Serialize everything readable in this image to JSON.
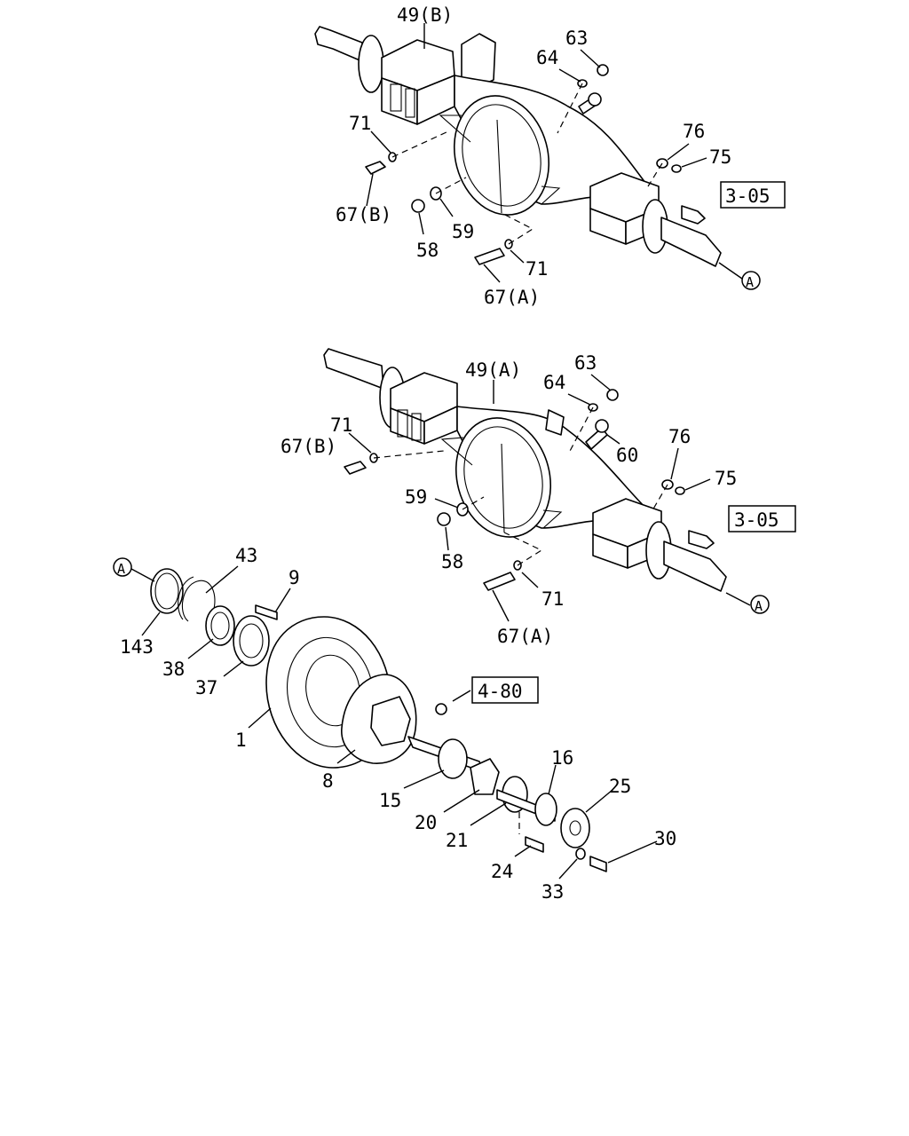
{
  "upper_assembly": {
    "housing_label": "49(B)",
    "labels": [
      "63",
      "64",
      "71",
      "76",
      "75",
      "67(B)",
      "58",
      "59",
      "71",
      "67(A)"
    ],
    "ref_box": "3-05",
    "circle_ref": "A"
  },
  "middle_assembly": {
    "housing_label": "49(A)",
    "labels": [
      "63",
      "64",
      "60",
      "71",
      "67(B)",
      "76",
      "75",
      "59",
      "58",
      "71",
      "67(A)"
    ],
    "ref_box": "3-05",
    "circle_ref": "A"
  },
  "hub_assembly": {
    "labels": [
      "43",
      "9",
      "143",
      "38",
      "37",
      "1",
      "8",
      "15",
      "16",
      "20",
      "21",
      "25",
      "24",
      "30",
      "33"
    ],
    "ref_box": "4-80",
    "circle_ref": "A"
  }
}
